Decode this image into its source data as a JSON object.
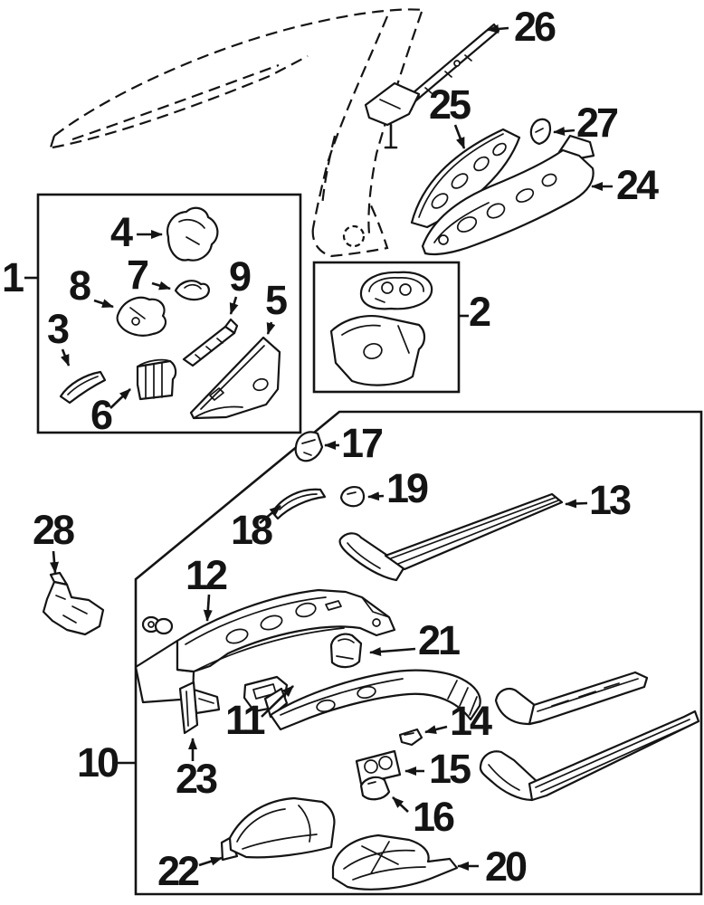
{
  "diagram": {
    "description": "Exploded line-art parts diagram of front structural body components (fender aprons, rails, wheelhouse panels) with numbered callouts",
    "ink_color": "#141414",
    "background_color": "#ffffff",
    "callouts": [
      {
        "label": "1"
      },
      {
        "label": "2"
      },
      {
        "label": "3"
      },
      {
        "label": "4"
      },
      {
        "label": "5"
      },
      {
        "label": "6"
      },
      {
        "label": "7"
      },
      {
        "label": "8"
      },
      {
        "label": "9"
      },
      {
        "label": "10"
      },
      {
        "label": "11"
      },
      {
        "label": "12"
      },
      {
        "label": "13"
      },
      {
        "label": "14"
      },
      {
        "label": "15"
      },
      {
        "label": "16"
      },
      {
        "label": "17"
      },
      {
        "label": "18"
      },
      {
        "label": "19"
      },
      {
        "label": "20"
      },
      {
        "label": "21"
      },
      {
        "label": "22"
      },
      {
        "label": "23"
      },
      {
        "label": "24"
      },
      {
        "label": "25"
      },
      {
        "label": "26"
      },
      {
        "label": "27"
      },
      {
        "label": "28"
      }
    ],
    "groups": [
      {
        "box_label": "1",
        "encloses": [
          "3",
          "4",
          "5",
          "6",
          "7",
          "8",
          "9"
        ]
      },
      {
        "box_label": "2",
        "encloses": []
      },
      {
        "box_label": "10",
        "encloses": [
          "11",
          "12",
          "13",
          "14",
          "15",
          "16",
          "17",
          "18",
          "19",
          "20",
          "21",
          "22",
          "23"
        ]
      }
    ]
  }
}
